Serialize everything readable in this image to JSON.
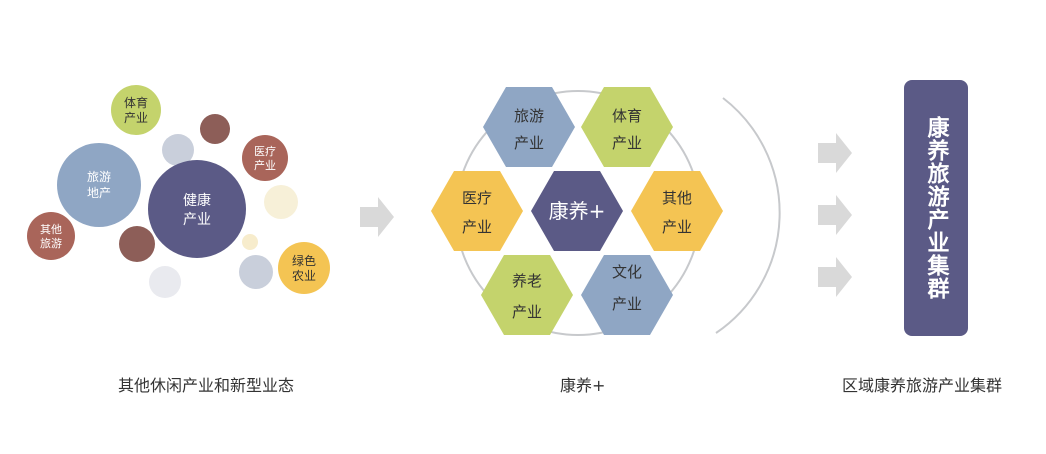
{
  "colors": {
    "blue_gray": "#8fa6c4",
    "green": "#c4d36c",
    "yellow": "#f4c453",
    "navy": "#5b5a86",
    "brown": "#8d5e58",
    "light_gray": "#c9cfdb",
    "arrow": "#d9d9d9"
  },
  "left_cluster": {
    "caption": "其他休闲产业和新型业态",
    "bubbles": [
      {
        "line1": "体育",
        "line2": "产业",
        "fill": "#c4d36c"
      },
      {
        "line1": "旅游",
        "line2": "地产",
        "fill": "#8fa6c4"
      },
      {
        "line1": "健康",
        "line2": "产业",
        "fill": "#5b5a86"
      },
      {
        "line1": "医疗",
        "line2": "产业",
        "fill": "#a9655a"
      },
      {
        "line1": "其他",
        "line2": "旅游",
        "fill": "#a9655a"
      },
      {
        "line1": "绿色",
        "line2": "农业",
        "fill": "#f4c453"
      }
    ]
  },
  "center": {
    "caption": "康养+",
    "core_label": "康养+",
    "hexagons": [
      {
        "line1": "旅游",
        "line2": "产业",
        "fill": "#8fa6c4"
      },
      {
        "line1": "体育",
        "line2": "产业",
        "fill": "#c4d36c"
      },
      {
        "line1": "医疗",
        "line2": "产业",
        "fill": "#f4c453"
      },
      {
        "line1": "其他",
        "line2": "产业",
        "fill": "#f4c453"
      },
      {
        "line1": "养老",
        "line2": "产业",
        "fill": "#c4d36c"
      },
      {
        "line1": "文化",
        "line2": "产业",
        "fill": "#8fa6c4"
      }
    ]
  },
  "right": {
    "box_text": "康养旅游产业集群",
    "caption": "区域康养旅游产业集群"
  }
}
